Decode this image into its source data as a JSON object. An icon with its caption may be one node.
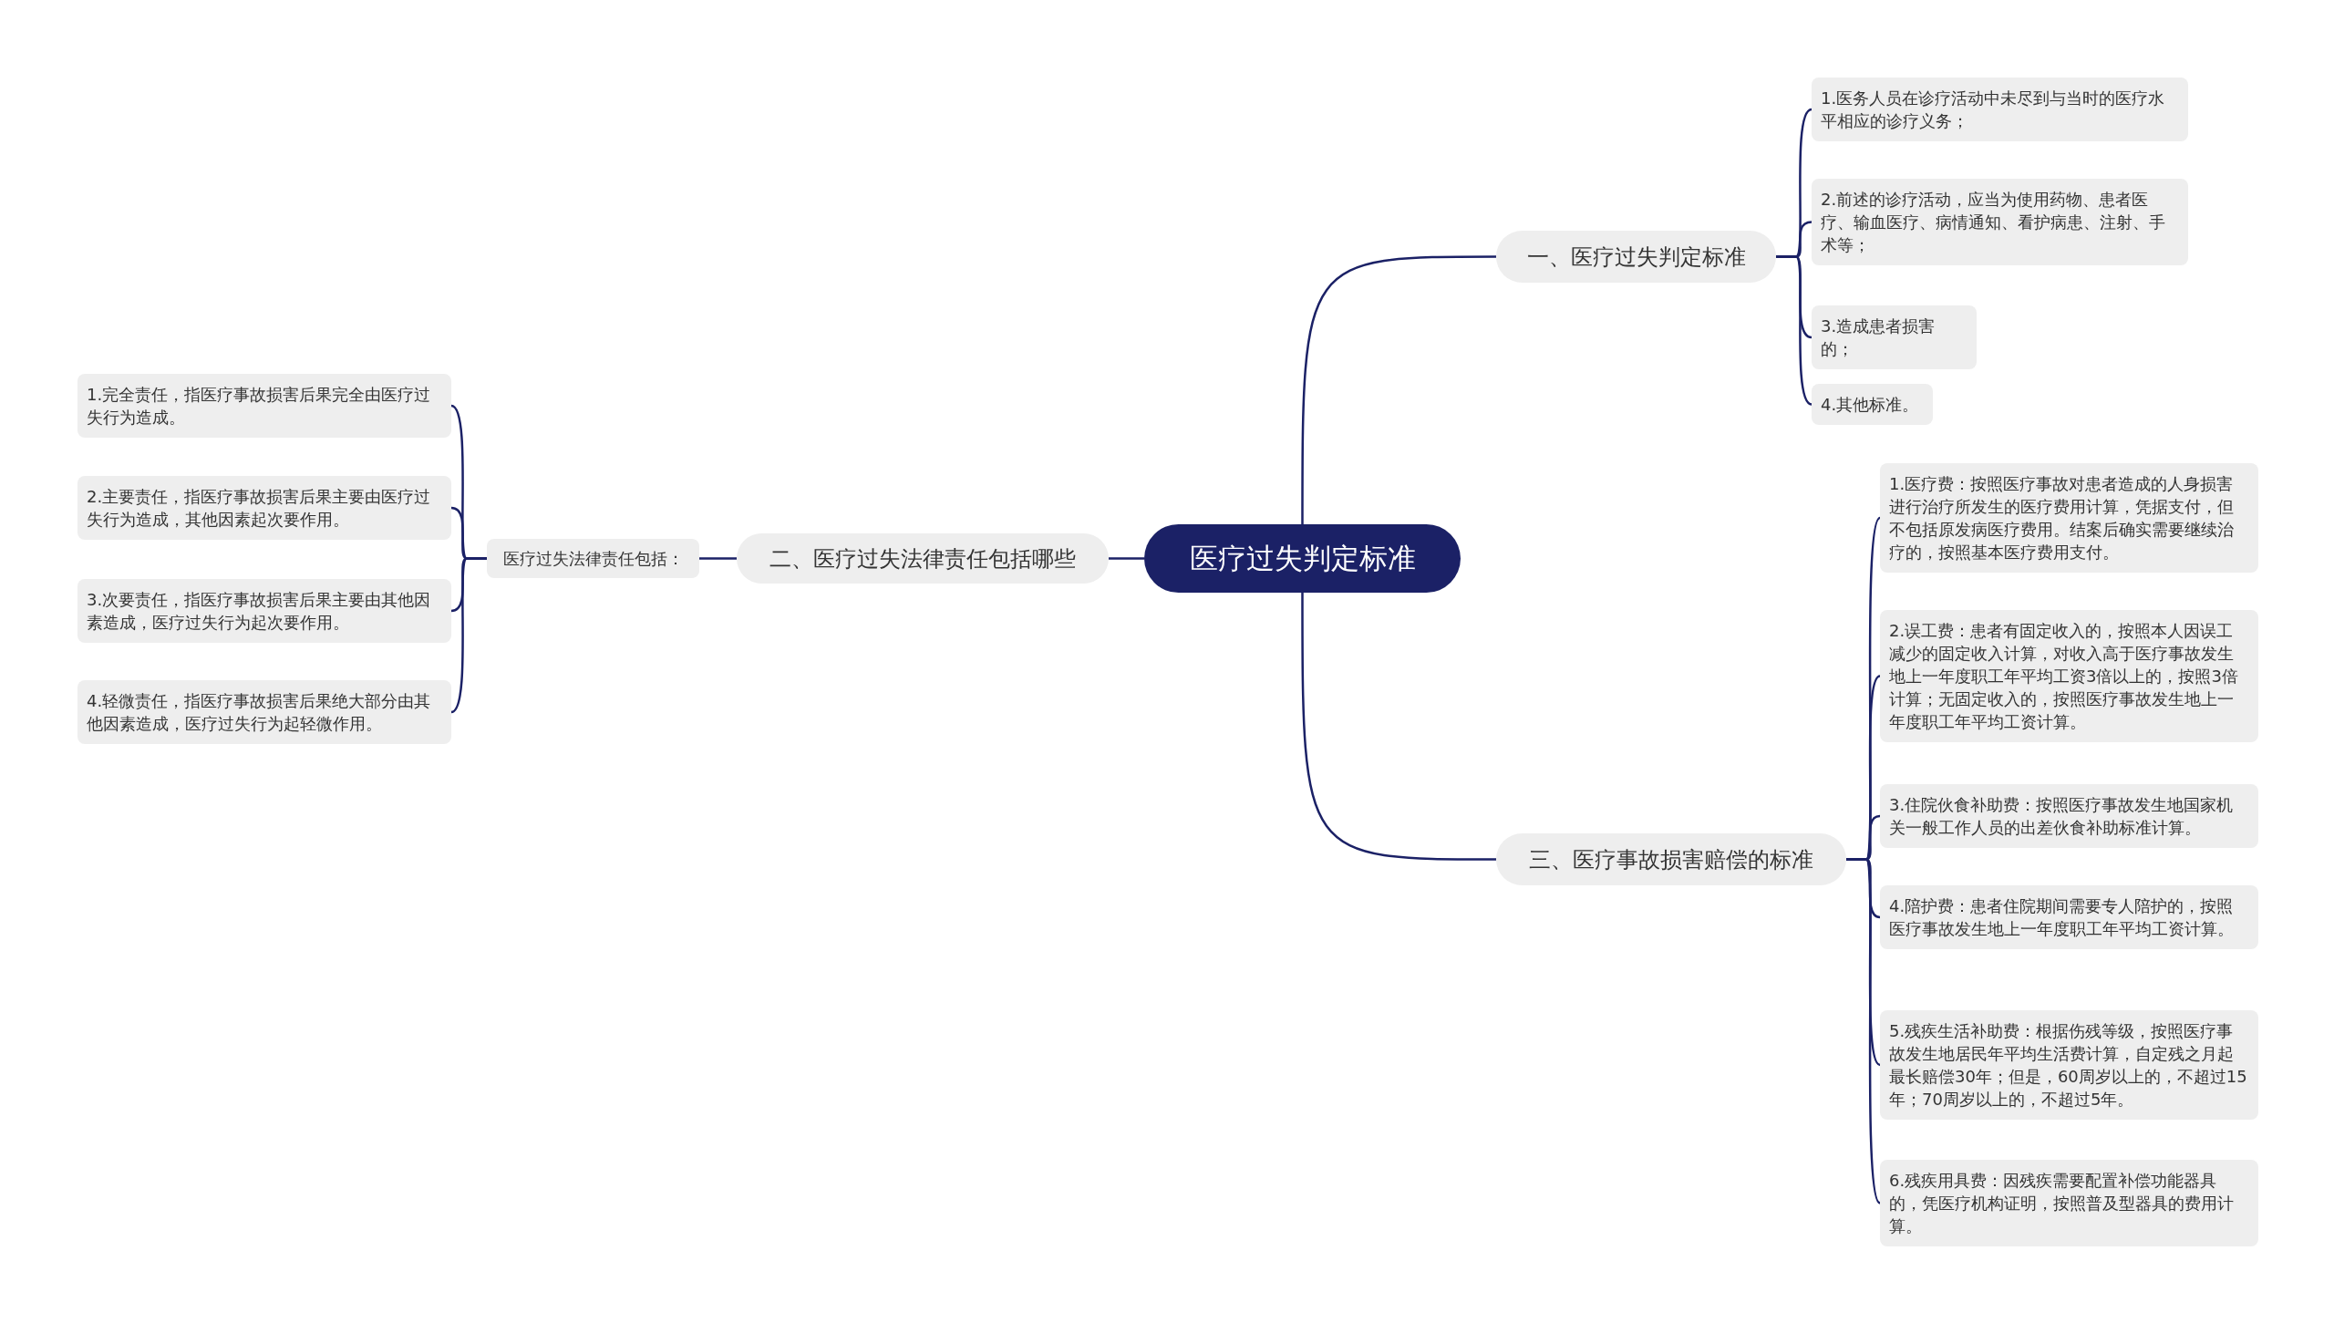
{
  "diagram": {
    "nodes": [
      {
        "text": [
          "医疗过失判定标准"
        ]
      },
      {
        "text": [
          "一、医疗过失判定标准"
        ]
      },
      {
        "text": [
          "1.医务人员在诊疗活动中未尽到与当时的医疗水平相应的诊疗义务；"
        ]
      },
      {
        "text": [
          "2.前述的诊疗活动，应当为使用药物、患者医疗、输血医疗、病情通知、看护病患、注射、手术等；"
        ]
      },
      {
        "text": [
          "3.造成患者损害的；"
        ]
      },
      {
        "text": [
          "4.其他标准。"
        ]
      },
      {
        "text": [
          "二、医疗过失法律责任包括哪些"
        ]
      },
      {
        "text": [
          "医疗过失法律责任包括："
        ]
      },
      {
        "text": [
          "1.完全责任，指医疗事故损害后果完全由医疗过失行为造成。"
        ]
      },
      {
        "text": [
          "2.主要责任，指医疗事故损害后果主要由医疗过失行为造成，其他因素起次要作用。"
        ]
      },
      {
        "text": [
          "3.次要责任，指医疗事故损害后果主要由其他因素造成，医疗过失行为起次要作用。"
        ]
      },
      {
        "text": [
          "4.轻微责任，指医疗事故损害后果绝大部分由其他因素造成，医疗过失行为起轻微作用。"
        ]
      },
      {
        "text": [
          "三、医疗事故损害赔偿的标准"
        ]
      },
      {
        "text": [
          "1.医疗费：按照医疗事故对患者造成的人身损害进行治疗所发生的医疗费用计算，凭据支付，但不包括原发病医疗费用。结案后确实需要继续治疗的，按照基本医疗费用支付。"
        ]
      },
      {
        "text": [
          "2.误工费：患者有固定收入的，按照本人因误工减少的固定收入计算，对收入高于医疗事故发生地上一年度职工年平均工资3倍以上的，按照3倍计算；无固定收入的，按照医疗事故发生地上一年度职工年平均工资计算。"
        ]
      },
      {
        "text": [
          "3.住院伙食补助费：按照医疗事故发生地国家机关一般工作人员的出差伙食补助标准计算。"
        ]
      },
      {
        "text": [
          "4.陪护费：患者住院期间需要专人陪护的，按照医疗事故发生地上一年度职工年平均工资计算。"
        ]
      },
      {
        "text": [
          "5.残疾生活补助费：根据伤残等级，按照医疗事故发生地居民年平均生活费计算，自定残之月起最长赔偿30年；但是，60周岁以上的，不超过15年；70周岁以上的，不超过5年。"
        ]
      },
      {
        "text": [
          "6.残疾用具费：因残疾需要配置补偿功能器具的，凭医疗机构证明，按照普及型器具的费用计算。"
        ]
      }
    ],
    "edges": [
      {
        "from": 0,
        "to": 1,
        "arrow": "none"
      },
      {
        "from": 1,
        "to": 2,
        "arrow": "none"
      },
      {
        "from": 1,
        "to": 3,
        "arrow": "none"
      },
      {
        "from": 1,
        "to": 4,
        "arrow": "none"
      },
      {
        "from": 1,
        "to": 5,
        "arrow": "none"
      },
      {
        "from": 0,
        "to": 6,
        "arrow": "none"
      },
      {
        "from": 6,
        "to": 7,
        "arrow": "none"
      },
      {
        "from": 7,
        "to": 8,
        "arrow": "none"
      },
      {
        "from": 7,
        "to": 9,
        "arrow": "none"
      },
      {
        "from": 7,
        "to": 10,
        "arrow": "none"
      },
      {
        "from": 7,
        "to": 11,
        "arrow": "none"
      },
      {
        "from": 0,
        "to": 12,
        "arrow": "none"
      },
      {
        "from": 12,
        "to": 13,
        "arrow": "none"
      },
      {
        "from": 12,
        "to": 14,
        "arrow": "none"
      },
      {
        "from": 12,
        "to": 15,
        "arrow": "none"
      },
      {
        "from": 12,
        "to": 16,
        "arrow": "none"
      },
      {
        "from": 12,
        "to": 17,
        "arrow": "none"
      },
      {
        "from": 12,
        "to": 18,
        "arrow": "none"
      }
    ]
  }
}
